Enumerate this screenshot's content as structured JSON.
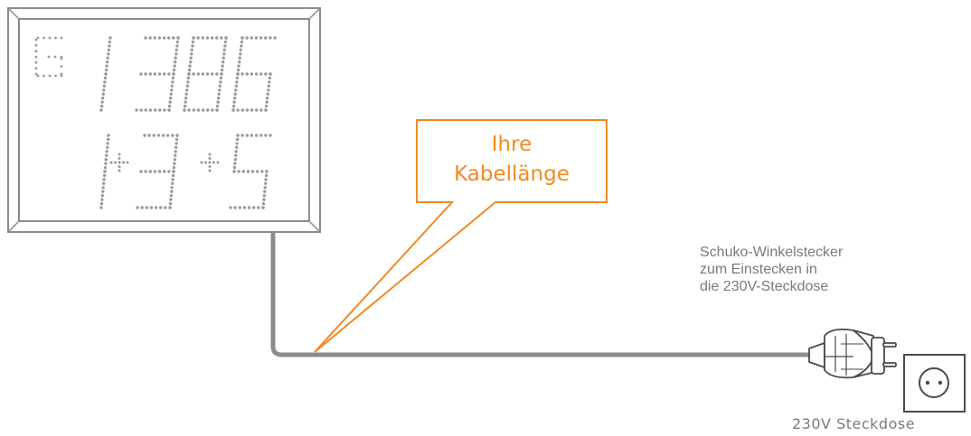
{
  "display": {
    "row1": [
      "G",
      "1",
      "3",
      "8",
      "6"
    ],
    "row2": [
      "1",
      "+",
      "3",
      "+",
      "5"
    ]
  },
  "callout": {
    "line1": "Ihre",
    "line2": "Kabellänge"
  },
  "plug_note": {
    "line1": "Schuko-Winkelstecker",
    "line2": "zum Einstecken in",
    "line3": "die 230V-Steckdose"
  },
  "socket_label": "230V Steckdose",
  "colors": {
    "frame": "#8c8c8c",
    "cable": "#8c8c8c",
    "callout": "#f08a24",
    "text_gray": "#7a7a7a"
  },
  "icons": {
    "plug": "schuko-angled-plug-icon",
    "socket": "wall-socket-icon"
  }
}
